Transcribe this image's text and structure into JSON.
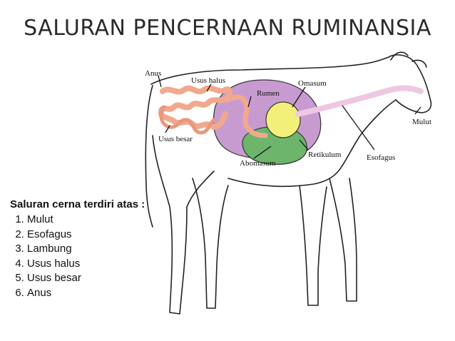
{
  "title": "SALURAN PENCERNAAN RUMINANSIA",
  "labels": {
    "anus": "Anus",
    "usus_halus": "Usus halus",
    "rumen": "Rumen",
    "omasum": "Omasum",
    "usus_besar": "Usus besar",
    "abomasum": "Abomasum",
    "retikulum": "Retikulum",
    "esofagus": "Esofagus",
    "mulut": "Mulut"
  },
  "list": {
    "heading": "Saluran cerna terdiri atas :",
    "items": [
      "Mulut",
      "Esofagus",
      "Lambung",
      "Usus halus",
      "Usus besar",
      "Anus"
    ]
  },
  "colors": {
    "rumen": "#c79bd0",
    "abomasum": "#6cb56b",
    "omasum": "#f3f07a",
    "intestine": "#f1a98e",
    "esophagus": "#eec8e2",
    "outline": "#222222"
  }
}
